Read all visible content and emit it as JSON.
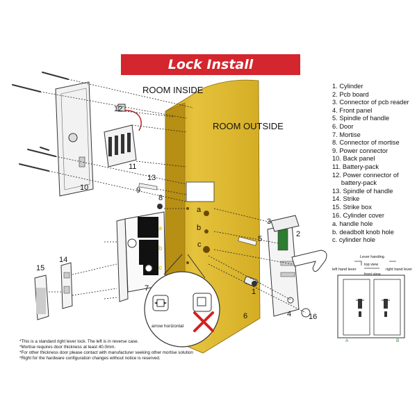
{
  "title": "Lock Install",
  "room_inside": "ROOM INSIDE",
  "room_outside": "ROOM OUTSIDE",
  "parts": [
    "1. Cylinder",
    "2. Pcb board",
    "3. Connector of pcb reader",
    "4. Front panel",
    "5. Spindle of handle",
    "6. Door",
    "7. Mortise",
    "8. Connector of mortise",
    "9. Power connector",
    "10. Back panel",
    "11. Battery-pack",
    "12. Power connector of",
    "     battery-pack",
    "13. Spindle of handle",
    "14. Strike",
    "15. Strike box",
    "16. Cylinder cover"
  ],
  "holes": [
    "a. handle hole",
    "b. deadbolt knob hole",
    "c. cylinder hole"
  ],
  "callouts": {
    "n1": "1",
    "n2": "2",
    "n3": "3",
    "n4": "4",
    "n5": "5",
    "n6": "6",
    "n7": "7",
    "n8": "8",
    "n9": "9",
    "n10": "10",
    "n11": "11",
    "n12": "12",
    "n13": "13",
    "n14": "14",
    "n15": "15",
    "n16": "16",
    "a": "a",
    "b": "b",
    "c": "c",
    "ma": "a",
    "mb": "b",
    "mc": "c"
  },
  "arrow_horizontal": "arrow horizontal",
  "handing": {
    "lever_handing": "Lever handing",
    "top_view": "top view",
    "left_hand_lever": "left hand lever",
    "right_hand_lever": "right hand lever",
    "front_view": "front view",
    "label_a": "A",
    "label_b": "B"
  },
  "notes": [
    "*This is a standard right lever lock. The left is in reverse case.",
    "*Mortise requires door thickness at least 40.0mm.",
    "*For other thickness door please contact with manufacturer seeking other mortise solution",
    "*Right for the hardware configuration changes without notice is reserved."
  ],
  "colors": {
    "door": "#d9b22a",
    "door_dark": "#b68f14",
    "title_bg": "#d3262e",
    "mortise_yellow": "#f2c400",
    "cross": "#d42020",
    "pcb_green": "#2e7d32"
  }
}
